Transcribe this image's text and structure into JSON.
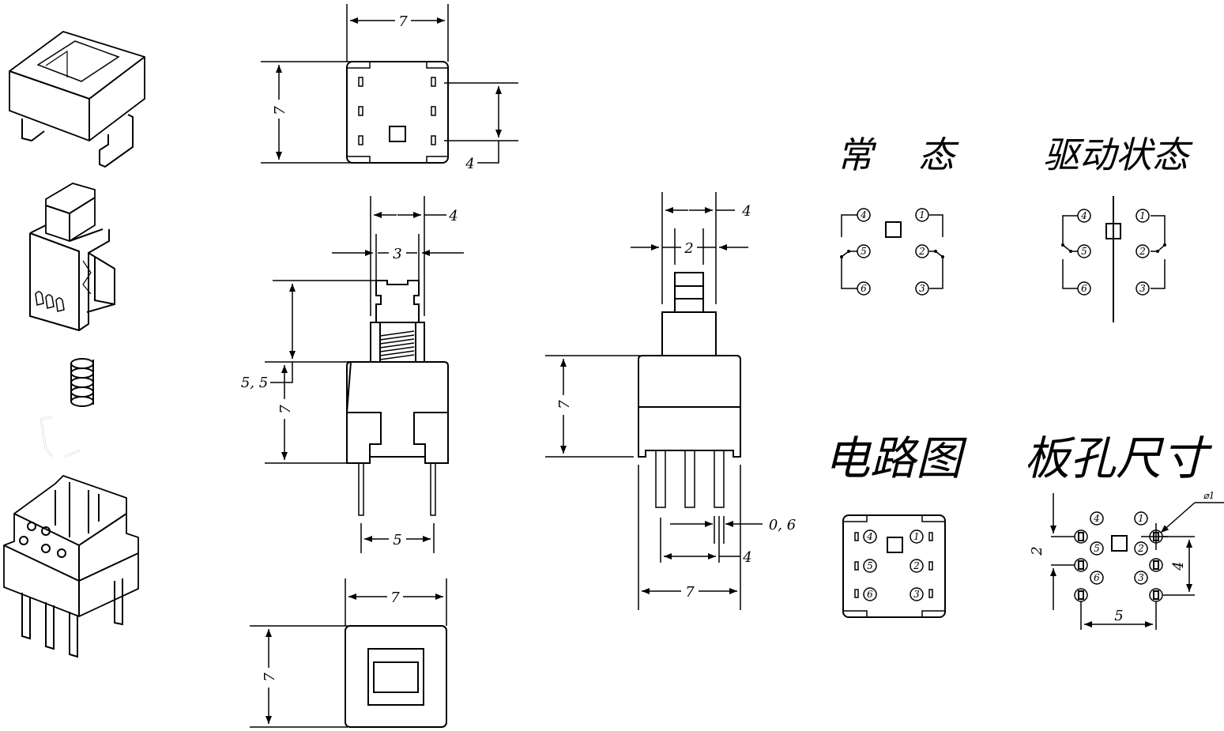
{
  "colors": {
    "line": "#000000",
    "background": "#ffffff"
  },
  "titles": {
    "normal_state": [
      "常",
      "态"
    ],
    "actuated_state": "驱动状态",
    "circuit_diagram": "电路图",
    "board_hole_size": "板孔尺寸"
  },
  "top_view": {
    "width": "7",
    "height": "7",
    "pin_pitch": "4"
  },
  "front_view": {
    "stem_width": "4",
    "stem_inner": "3",
    "stem_height": "5, 5",
    "body_height": "7",
    "pin_spacing": "5"
  },
  "side_view": {
    "stem_width": "4",
    "stem_inner": "2",
    "body_height": "7",
    "pin_thickness": "0, 6",
    "pin_offset": "4",
    "body_width": "7"
  },
  "bottom_view": {
    "width": "7",
    "height": "7"
  },
  "pins": [
    "1",
    "2",
    "3",
    "4",
    "5",
    "6"
  ],
  "hole_dims": {
    "diameter": "⌀1",
    "row_pitch": "2",
    "pin_pitch": "4",
    "col_spacing": "5"
  }
}
